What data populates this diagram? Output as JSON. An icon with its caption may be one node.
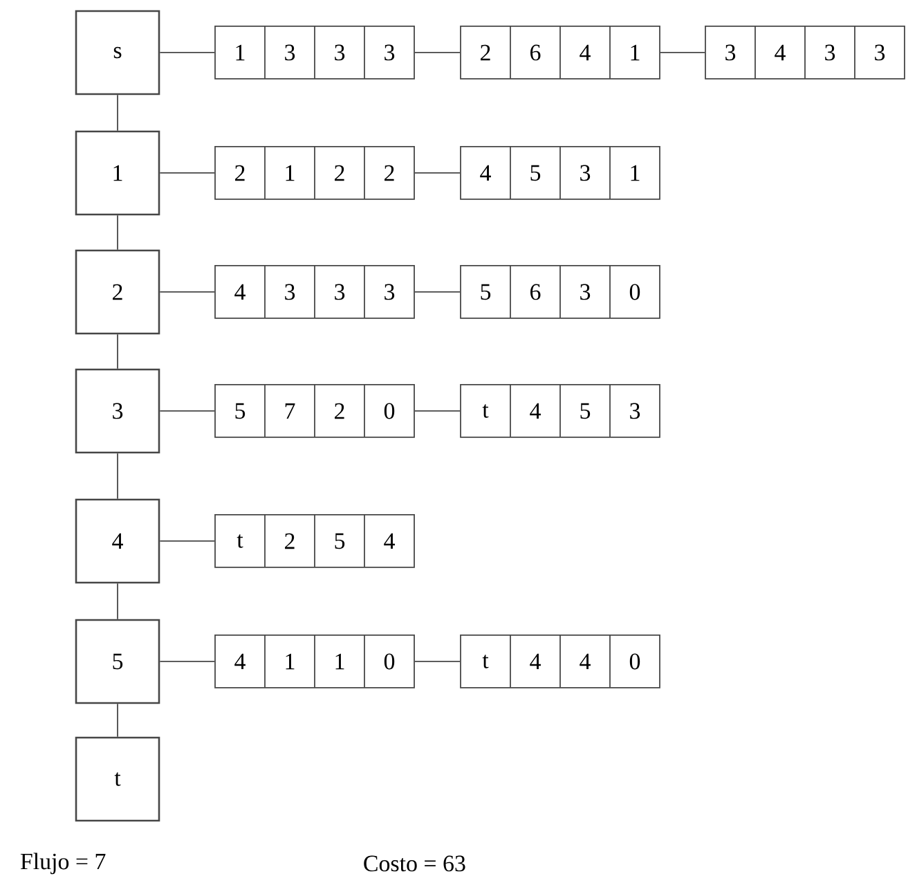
{
  "diagram": {
    "nodes": [
      {
        "text": [
          "s"
        ]
      },
      {
        "text": [
          "1",
          "3",
          "3",
          "3"
        ]
      },
      {
        "text": [
          "2",
          "6",
          "4",
          "1"
        ]
      },
      {
        "text": [
          "3",
          "4",
          "3",
          "3"
        ]
      },
      {
        "text": [
          "1"
        ]
      },
      {
        "text": [
          "2",
          "1",
          "2",
          "2"
        ]
      },
      {
        "text": [
          "4",
          "5",
          "3",
          "1"
        ]
      },
      {
        "text": [
          "2"
        ]
      },
      {
        "text": [
          "4",
          "3",
          "3",
          "3"
        ]
      },
      {
        "text": [
          "5",
          "6",
          "3",
          "0"
        ]
      },
      {
        "text": [
          "3"
        ]
      },
      {
        "text": [
          "5",
          "7",
          "2",
          "0"
        ]
      },
      {
        "text": [
          "t",
          "4",
          "5",
          "3"
        ]
      },
      {
        "text": [
          "4"
        ]
      },
      {
        "text": [
          "t",
          "2",
          "5",
          "4"
        ]
      },
      {
        "text": [
          "5"
        ]
      },
      {
        "text": [
          "4",
          "1",
          "1",
          "0"
        ]
      },
      {
        "text": [
          "t",
          "4",
          "4",
          "0"
        ]
      },
      {
        "text": [
          "t"
        ]
      }
    ],
    "edges": [
      {
        "from": 0,
        "to": 1,
        "arrow": "none"
      },
      {
        "from": 1,
        "to": 2,
        "arrow": "none"
      },
      {
        "from": 2,
        "to": 3,
        "arrow": "none"
      },
      {
        "from": 0,
        "to": 4,
        "arrow": "none"
      },
      {
        "from": 4,
        "to": 5,
        "arrow": "none"
      },
      {
        "from": 5,
        "to": 6,
        "arrow": "none"
      },
      {
        "from": 4,
        "to": 7,
        "arrow": "none"
      },
      {
        "from": 7,
        "to": 8,
        "arrow": "none"
      },
      {
        "from": 8,
        "to": 9,
        "arrow": "none"
      },
      {
        "from": 7,
        "to": 10,
        "arrow": "none"
      },
      {
        "from": 10,
        "to": 11,
        "arrow": "none"
      },
      {
        "from": 11,
        "to": 12,
        "arrow": "none"
      },
      {
        "from": 10,
        "to": 13,
        "arrow": "none"
      },
      {
        "from": 13,
        "to": 14,
        "arrow": "none"
      },
      {
        "from": 13,
        "to": 15,
        "arrow": "none"
      },
      {
        "from": 15,
        "to": 16,
        "arrow": "none"
      },
      {
        "from": 16,
        "to": 17,
        "arrow": "none"
      },
      {
        "from": 15,
        "to": 18,
        "arrow": "none"
      }
    ],
    "labels": [
      "Flujo = 7",
      "Costo = 63"
    ]
  }
}
